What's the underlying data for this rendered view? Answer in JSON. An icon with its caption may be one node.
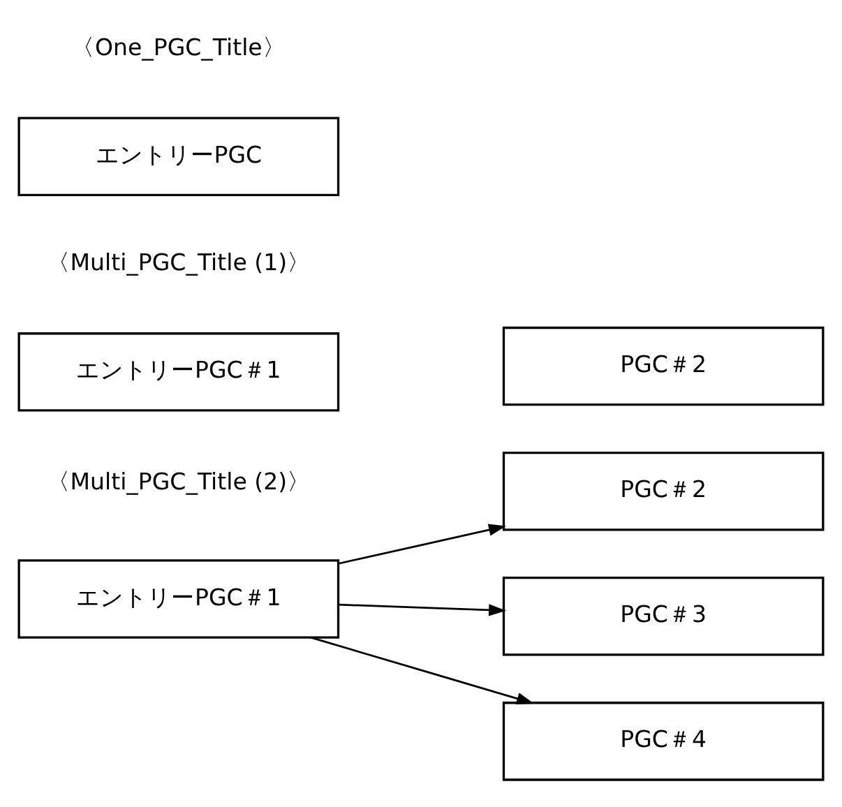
{
  "diagram": {
    "nodes": [
      {
        "text": [
          "エントリーPGC"
        ]
      },
      {
        "text": [
          "エントリーPGC＃1"
        ]
      },
      {
        "text": [
          "PGC＃2"
        ]
      },
      {
        "text": [
          "エントリーPGC＃1"
        ]
      },
      {
        "text": [
          "PGC＃2"
        ]
      },
      {
        "text": [
          "PGC＃3"
        ]
      },
      {
        "text": [
          "PGC＃4"
        ]
      }
    ],
    "edges": [
      {
        "from": 3,
        "to": 4,
        "arrow": "to"
      },
      {
        "from": 3,
        "to": 5,
        "arrow": "to"
      },
      {
        "from": 3,
        "to": 6,
        "arrow": "to"
      }
    ],
    "labels": [
      "〈One_PGC_Title〉",
      "〈Multi_PGC_Title (1)〉",
      "〈Multi_PGC_Title (2)〉"
    ]
  }
}
